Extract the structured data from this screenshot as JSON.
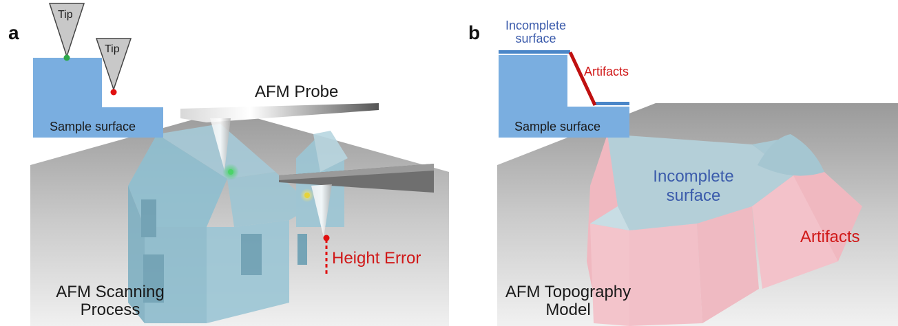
{
  "panel_a": {
    "letter": "a",
    "tip_label_1": "Tip",
    "tip_label_2": "Tip",
    "sample_surface": "Sample surface",
    "probe_label": "AFM Probe",
    "height_error": "Height Error",
    "caption_line1": "AFM Scanning",
    "caption_line2": "Process"
  },
  "panel_b": {
    "letter": "b",
    "inset_incomplete_line1": "Incomplete",
    "inset_incomplete_line2": "surface",
    "inset_artifacts": "Artifacts",
    "sample_surface": "Sample surface",
    "model_incomplete_line1": "Incomplete",
    "model_incomplete_line2": "surface",
    "model_artifacts": "Artifacts",
    "caption_line1": "AFM Topography",
    "caption_line2": "Model"
  },
  "colors": {
    "sample_blue": "#7aaee0",
    "house_blue": "#8fbfd0",
    "artifact_pink": "#f0b8c0",
    "text_blue": "#3b5bab",
    "text_red": "#d01818",
    "tip_green": "#2ea84a",
    "tip_red": "#e01010",
    "tip_yellow": "#e6d33a"
  }
}
